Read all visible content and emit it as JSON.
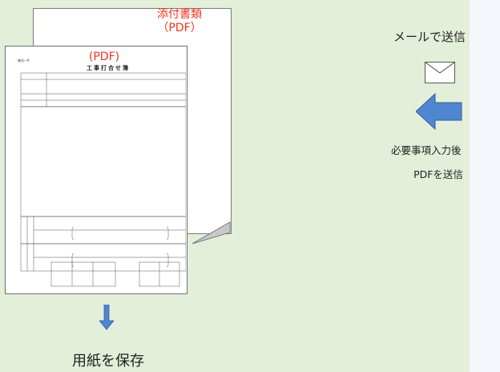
{
  "attachment": {
    "line1": "添付書類",
    "line2": "（PDF）"
  },
  "form": {
    "pdf_label": "(PDF)",
    "form_number": "様式ー9",
    "title": "工事打合せ簿"
  },
  "save": {
    "label": "用紙を保存"
  },
  "mail": {
    "label": "メールで送信"
  },
  "instructions": {
    "line1": "必要事項入力後",
    "line2": "PDFを送信"
  },
  "colors": {
    "background": "#e3efd9",
    "accent_red": "#f0341f",
    "arrow_blue": "#4f86cf"
  }
}
